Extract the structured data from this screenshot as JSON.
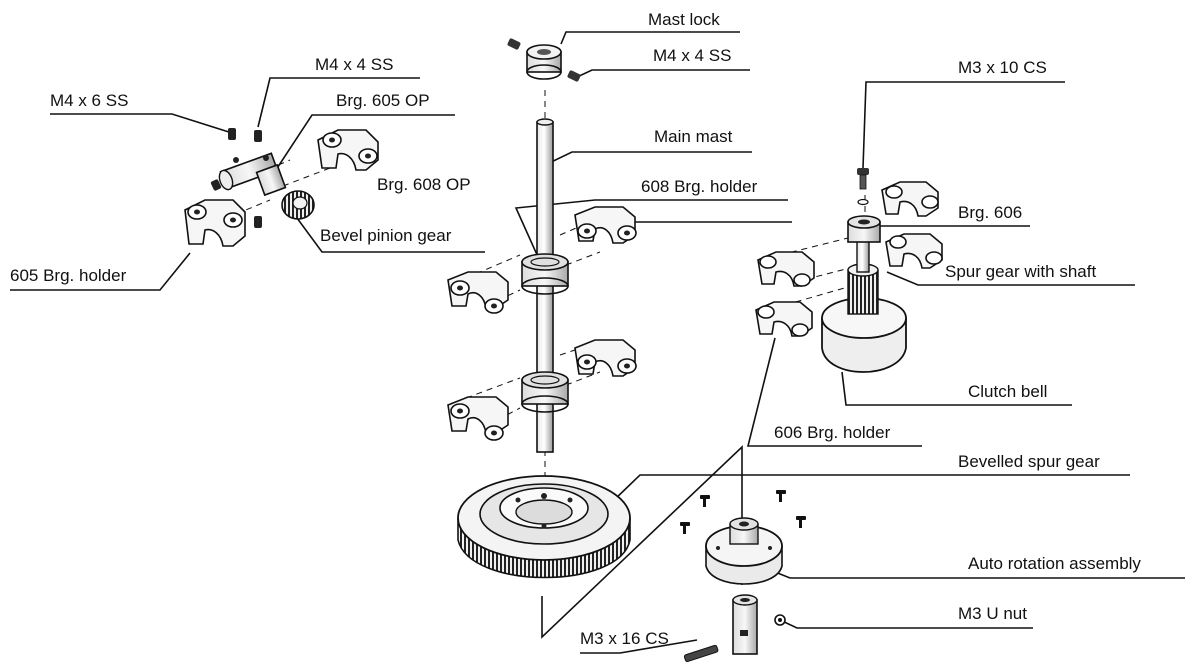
{
  "labels": {
    "mast_lock": "Mast lock",
    "m4x4ss_top": "M4 x 4 SS",
    "m4x4ss_left": "M4 x 4 SS",
    "m4x6ss": "M4 x 6 SS",
    "brg605op": "Brg. 605 OP",
    "main_mast": "Main mast",
    "brg608op": "Brg. 608 OP",
    "holder608": "608 Brg. holder",
    "bevel_pinion": "Bevel pinion gear",
    "holder605": "605 Brg. holder",
    "m3x10cs": "M3 x 10 CS",
    "brg606": "Brg. 606",
    "spur_gear_shaft": "Spur gear with shaft",
    "clutch_bell": "Clutch bell",
    "holder606": "606 Brg. holder",
    "bevelled_spur": "Bevelled spur gear",
    "auto_rotation": "Auto rotation assembly",
    "m3unut": "M3 U nut",
    "m3x16cs": "M3 x 16 CS"
  },
  "colors": {
    "ink": "#111111",
    "part_fill": "#f4f4f4",
    "shade": "#cfcfcf"
  }
}
